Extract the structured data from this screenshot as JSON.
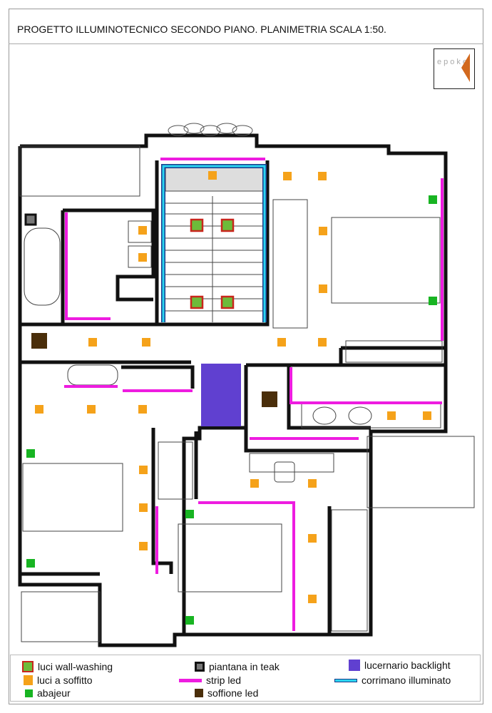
{
  "title": "PROGETTO ILLUMINOTECNICO SECONDO PIANO. PLANIMETRIA SCALA 1:50.",
  "logo": {
    "text": "epoke"
  },
  "legend": [
    {
      "label": "luci wall-washing",
      "color": "#6dbb3a",
      "border": "#c8261c"
    },
    {
      "label": "luci a soffitto",
      "color": "#f5a21a"
    },
    {
      "label": "abajeur",
      "color": "#18b422"
    },
    {
      "label": "piantana in teak",
      "color": "#777777",
      "border": "#111111"
    },
    {
      "label": "strip led",
      "color": "#ee1ce0"
    },
    {
      "label": "soffione led",
      "color": "#4a2e0a"
    },
    {
      "label": "lucernario backlight",
      "color": "#6040d0"
    },
    {
      "label": "corrimano illuminato",
      "color": "#2ad4f0",
      "border": "#1a3a8a"
    }
  ]
}
